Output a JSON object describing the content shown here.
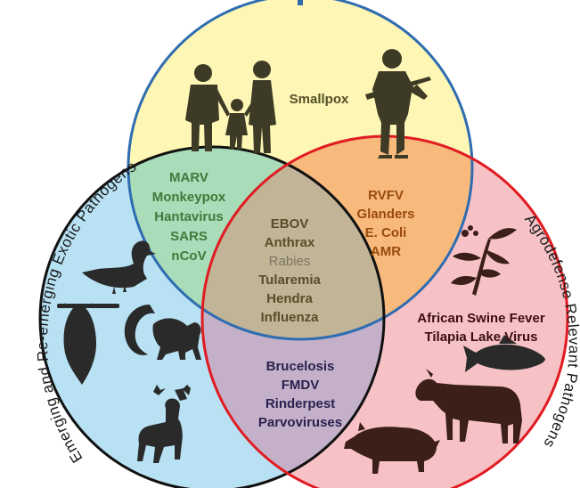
{
  "colors": {
    "top_fill": "#fdf6b4",
    "top_stroke": "#2f6db0",
    "left_fill": "#b8e2f4",
    "left_stroke": "#111111",
    "right_fill": "#f7c2c6",
    "right_stroke": "#e11b22",
    "top_left_fill": "#a9dcb8",
    "top_right_fill": "#f7b97c",
    "left_right_fill": "#c4b1c9",
    "center_fill": "#c2b497",
    "text_green": "#3f7a3a",
    "text_orange": "#9a4b0b",
    "text_olive": "#55502a",
    "text_rabies": "#7a7560",
    "text_navy": "#2a2150",
    "text_darkred": "#3a0f12"
  },
  "top_only": {
    "items": [
      "Smallpox"
    ]
  },
  "top_left": {
    "items": [
      "MARV",
      "Monkeypox",
      "Hantavirus",
      "SARS",
      "nCoV"
    ]
  },
  "top_right": {
    "items": [
      "RVFV",
      "Glanders",
      "E. Coli",
      "AMR"
    ]
  },
  "center": {
    "items": [
      "EBOV",
      "Anthrax",
      "Rabies",
      "Tularemia",
      "Hendra",
      "Influenza"
    ]
  },
  "left_right": {
    "items": [
      "Brucelosis",
      "FMDV",
      "Rinderpest",
      "Parvoviruses"
    ]
  },
  "right_only": {
    "items": [
      "African Swine Fever",
      "Tilapia Lake Virus"
    ]
  },
  "circle_labels": {
    "left": "Emerging and Re-emerging Exotic Pathogens",
    "right": "Agrodefense Relevant Pathogens"
  },
  "icons": [
    "family-icon",
    "soldier-icon",
    "duck-icon",
    "bat-icon",
    "monkey-icon",
    "deer-icon",
    "plant-icon",
    "fish-icon",
    "cow-icon",
    "pig-icon"
  ]
}
